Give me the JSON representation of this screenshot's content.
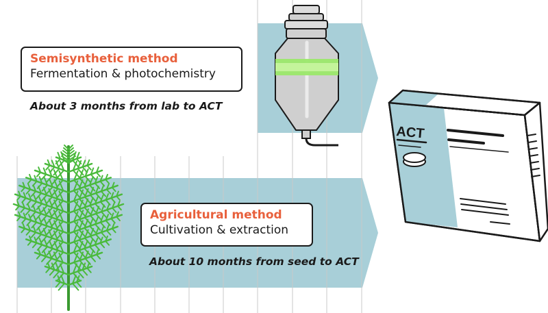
{
  "semisynthetic": {
    "title": "Semisynthetic method",
    "subtitle": "Fermentation & photochemistry",
    "duration": "About 3 months from lab to ACT"
  },
  "agricultural": {
    "title": "Agricultural method",
    "subtitle": "Cultivation & extraction",
    "duration": "About 10 months from seed to ACT"
  },
  "box_label": "ACT",
  "colors": {
    "band": "#a8cfd8",
    "accent": "#e8603c",
    "plant": "#4aba3c",
    "stem": "#3a9a30",
    "glow": "#9be86a",
    "outline": "#1a1a1a"
  },
  "icons": [
    "fermenter-icon",
    "artemisia-plant-icon",
    "act-medicine-box-icon",
    "pill-icon"
  ]
}
